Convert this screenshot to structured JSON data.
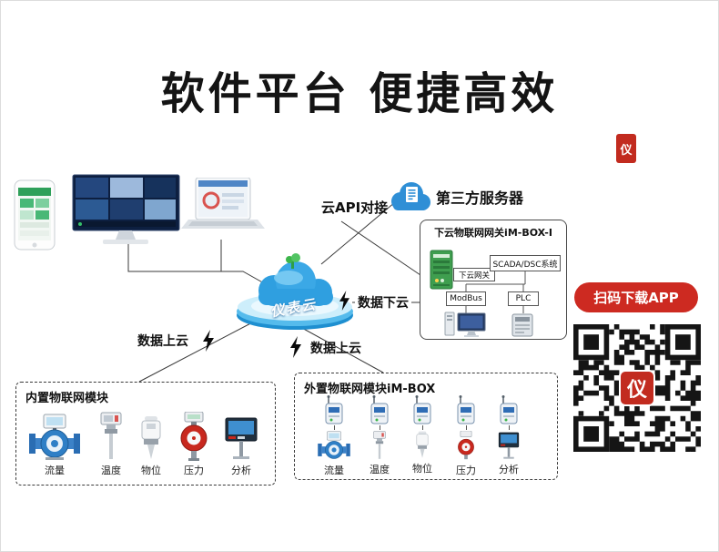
{
  "title": "软件平台 便捷高效",
  "labels": {
    "cloud_api": "云API对接",
    "third_party": "第三方服务器",
    "platform": "仪表云",
    "data_down": "数据下云",
    "data_up_left": "数据上云",
    "data_up_right": "数据上云",
    "download_app": "扫码下载APP",
    "qr_logo": "仪",
    "brand_badge": "仪"
  },
  "gateway_box": {
    "title": "下云物联网网关iM-BOX-I",
    "down_gateway": "下云网关",
    "scada": "SCADA/DSC系统",
    "modbus": "ModBus",
    "plc": "PLC"
  },
  "builtin_box": {
    "title": "内置物联网模块",
    "instruments": [
      {
        "type": "flow",
        "label": "流量"
      },
      {
        "type": "temperature",
        "label": "温度"
      },
      {
        "type": "level",
        "label": "物位"
      },
      {
        "type": "pressure",
        "label": "压力"
      },
      {
        "type": "analysis",
        "label": "分析"
      }
    ]
  },
  "external_box": {
    "title": "外置物联网模块iM-BOX",
    "instruments": [
      {
        "type": "flow",
        "label": "流量"
      },
      {
        "type": "temperature",
        "label": "温度"
      },
      {
        "type": "level",
        "label": "物位"
      },
      {
        "type": "pressure",
        "label": "压力"
      },
      {
        "type": "analysis",
        "label": "分析"
      }
    ]
  },
  "colors": {
    "accent_red": "#cd2a21",
    "cloud_blue": "#2f9fe0",
    "line": "#3a3a3a"
  }
}
